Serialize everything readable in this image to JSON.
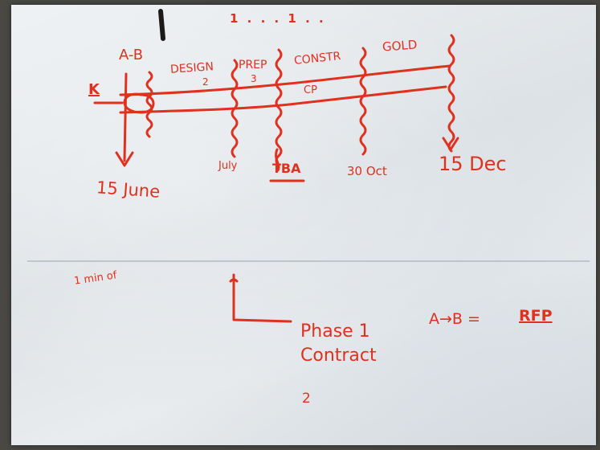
{
  "ink_color": "#e0301e",
  "phases": {
    "start": "A-B",
    "design": "DESIGN",
    "design_num": "2",
    "prep": "PREP",
    "prep_num": "3",
    "construction": "CONSTR",
    "construction_sub": "CP",
    "gold": "GOLD"
  },
  "timeline_label": "K",
  "dates": {
    "start": "15 June",
    "design_end": "July",
    "prep_end": "TBA",
    "construction_end": "30 Oct",
    "gold_end": "15 Dec"
  },
  "notes": {
    "top_ticks": "1 . . . 1 . .",
    "min_note": "1 min of",
    "phase_line1": "Phase 1",
    "phase_line2": "Contract",
    "phase_line3": "2",
    "ab_label": "A→B =",
    "rfp": "RFP"
  }
}
